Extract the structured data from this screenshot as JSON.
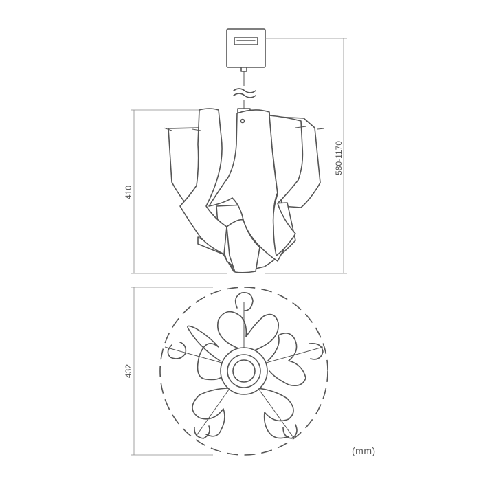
{
  "dimensions": {
    "overall_height": "580-1170",
    "body_height": "410",
    "diameter": "432",
    "unit": "(mm)"
  },
  "colors": {
    "line": "#555555",
    "background": "#ffffff"
  }
}
